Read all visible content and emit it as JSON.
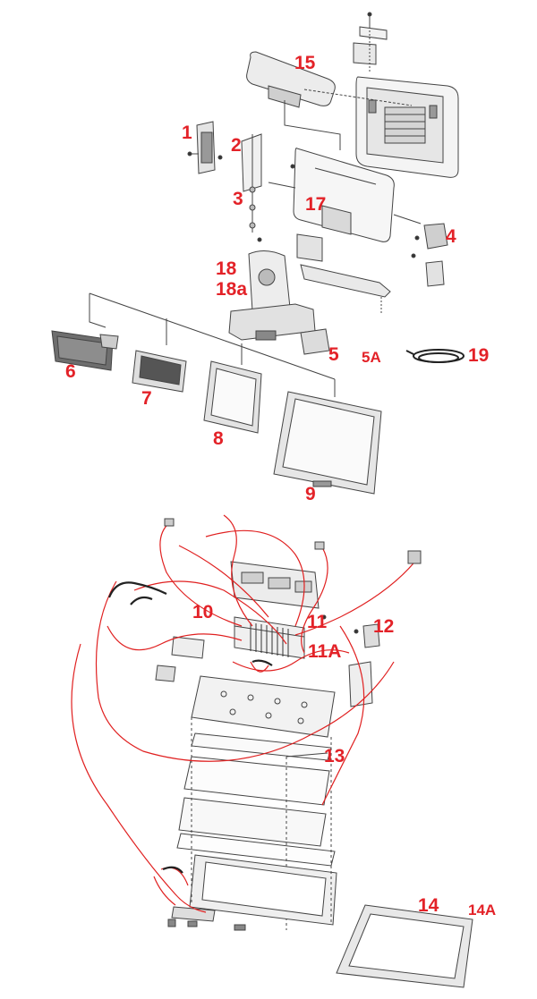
{
  "colors": {
    "callout": "#e32228",
    "line": "#444444",
    "cable": "#e02020",
    "part_fill": "#eeeeee",
    "part_dark": "#555555"
  },
  "callouts": {
    "c15": "15",
    "c1": "1",
    "c2": "2",
    "c3": "3",
    "c17": "17",
    "c4": "4",
    "c18": "18",
    "c18a": "18a",
    "c5": "5",
    "c5A": "5A",
    "c19": "19",
    "c6": "6",
    "c7": "7",
    "c8": "8",
    "c9": "9",
    "c10": "10",
    "c11": "11",
    "c12": "12",
    "c11A": "11A",
    "c13": "13",
    "c14": "14",
    "c14A": "14A"
  }
}
